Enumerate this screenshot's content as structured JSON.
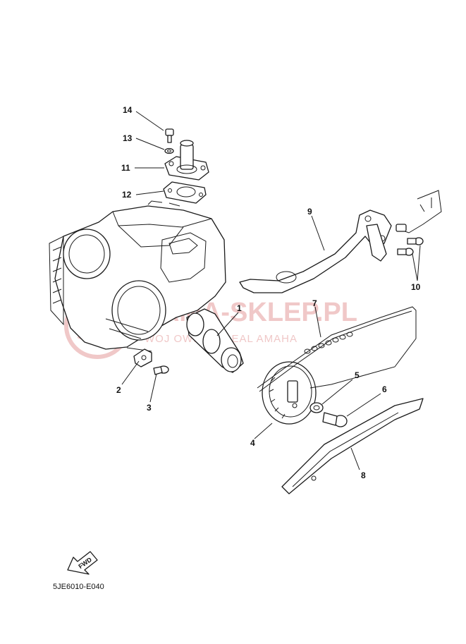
{
  "watermark": {
    "main": "YAMA-SKLEP.PL",
    "sub": "WOJ     OWICZ | DEAL       AMAHA",
    "logo_color": "#f0c8c8"
  },
  "callouts": {
    "p1": "1",
    "p2": "2",
    "p3": "3",
    "p4": "4",
    "p5": "5",
    "p6": "6",
    "p7": "7",
    "p8": "8",
    "p9": "9",
    "p10": "10",
    "p11": "11",
    "p12": "12",
    "p13": "13",
    "p14": "14"
  },
  "fwd_label": "FWD",
  "diagram_code": "5JE6010-E040"
}
